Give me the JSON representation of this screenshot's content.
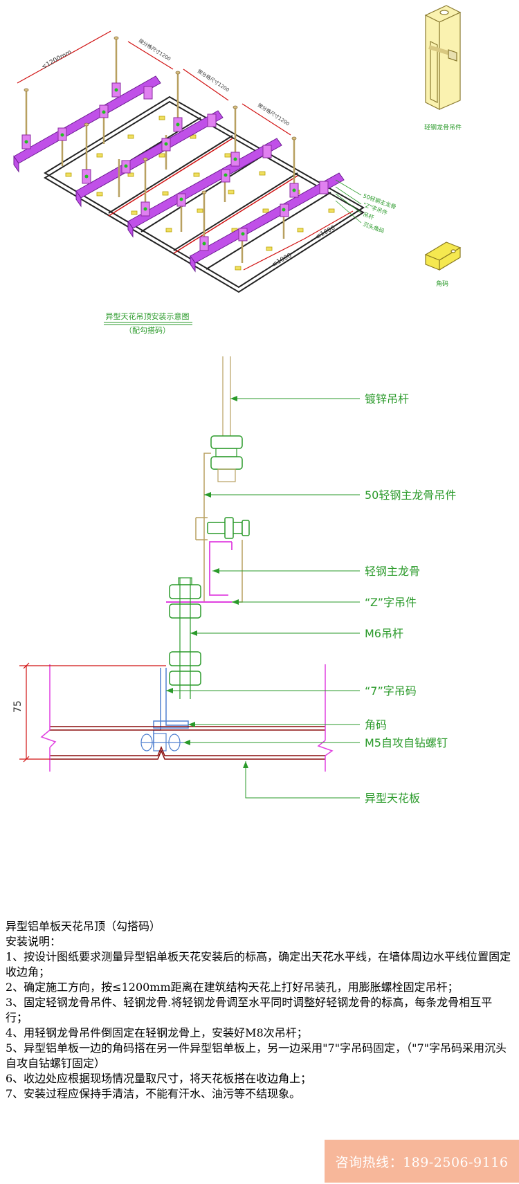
{
  "iso_diagram": {
    "dims": {
      "grid1": "≤1200mm",
      "grid2": "按分格尺寸1200",
      "grid3": "按分格尺寸1200",
      "grid4": "按分格尺寸1200",
      "short1": "≤1000",
      "short2": "≤1000"
    },
    "callouts": [
      "50轻钢主龙骨",
      "\"Z\"字吊件",
      "吊杆",
      "沉头角码"
    ],
    "title": "异型天花吊顶安装示意图",
    "subtitle": "（配勾搭码）"
  },
  "parts": {
    "hanger_label": "轻钢龙骨吊件",
    "angle_label": "角码"
  },
  "section": {
    "dim_75": "75",
    "labels": [
      "镀锌吊杆",
      "50轻钢主龙骨吊件",
      "轻钢主龙骨",
      "“Z”字吊件",
      "M6吊杆",
      "“7”字吊码",
      "角码",
      "M5自攻自钻螺钉",
      "异型天花板"
    ]
  },
  "instructions": {
    "title": "异型铝单板天花吊顶（勾搭码）",
    "subtitle": "安装说明：",
    "steps": [
      "1、按设计图纸要求测量异型铝单板天花安装后的标高，确定出天花水平线，在墙体周边水平线位置固定收边角；",
      "2、确定施工方向，按≤1200mm距离在建筑结构天花上打好吊装孔，用膨胀螺栓固定吊杆；",
      "3、固定轻钢龙骨吊件、轻钢龙骨.将轻钢龙骨调至水平同时调整好轻钢龙骨的标高，每条龙骨相互平行；",
      "4、用轻钢龙骨吊件倒固定在轻钢龙骨上，安装好M8次吊杆；",
      "5、异型铝单板一边的角码搭在另一件异型铝单板上，另一边采用\"7\"字吊码固定，（\"7\"字吊码采用沉头自攻自钻螺钉固定）",
      "6、收边处应根据现场情况量取尺寸，将天花板搭在收边角上；",
      "7、安装过程应保持手清洁，不能有汗水、油污等不结现象。"
    ]
  },
  "hotline": "咨询热线：189-2506-9116",
  "colors": {
    "purple": "#b040e0",
    "green": "#2a9a2a",
    "red": "#d01010",
    "yellow": "#e8d000",
    "tan": "#b8a060",
    "magenta": "#e040e0",
    "blue": "#5080d0"
  }
}
